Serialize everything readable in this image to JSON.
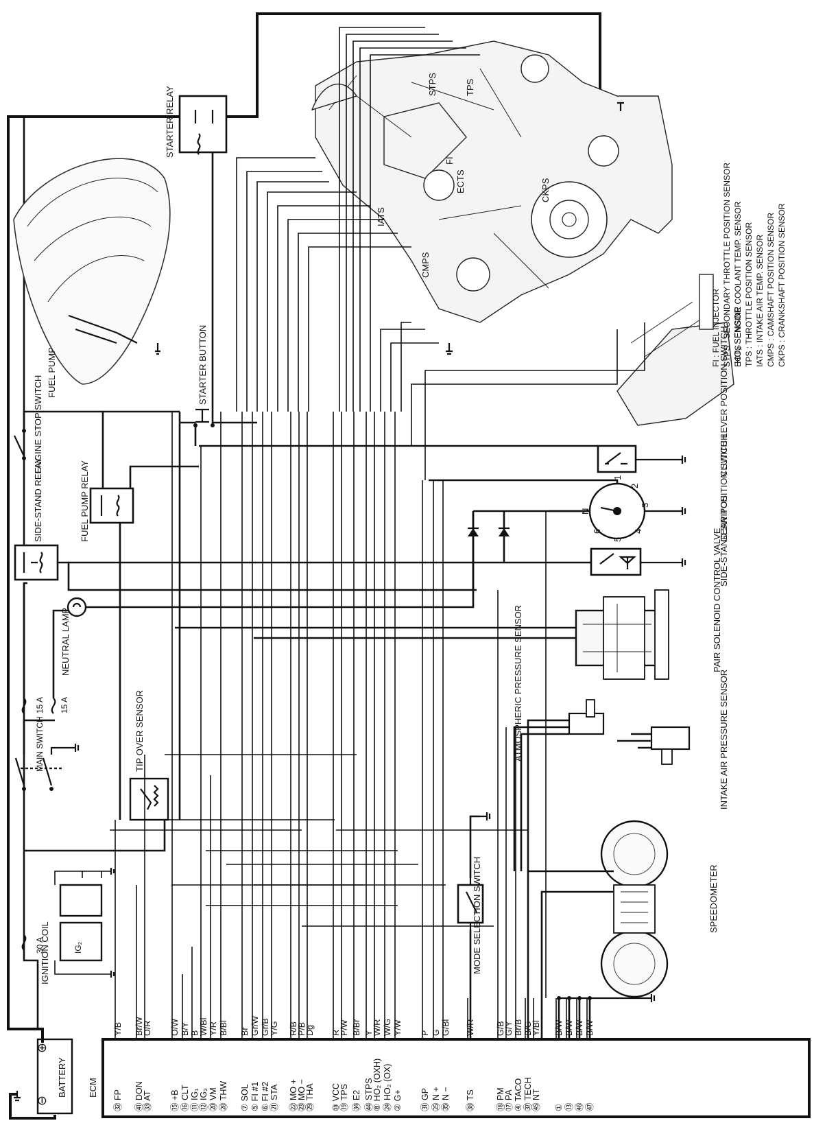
{
  "components": {
    "battery": "BATTERY",
    "ecm": "ECM",
    "ignition_coil": "IGNITION COIL",
    "ig2": "IG₂",
    "fuse30": "30 A",
    "main_switch": "MAIN SWITCH",
    "fuse15a": "15 A",
    "fuse15b": "15 A",
    "tip_over": "TIP OVER SENSOR",
    "neutral_lamp": "NEUTRAL LAMP",
    "side_stand_relay": "SIDE-STAND RELAY",
    "fuel_pump_relay": "FUEL PUMP RELAY",
    "engine_stop": "ENGINE STOP SWITCH",
    "starter_button": "STARTER BUTTON",
    "starter_relay": "STARTER RELAY",
    "fuel_pump": "FUEL PUMP",
    "mode_switch": "MODE SELECTION SWITCH",
    "speedometer": "SPEEDOMETER",
    "clutch": "CLUTCH LEVER POSITION SWITCH",
    "gear": "GEAR POSITION SWITCH",
    "side_stand_switch": "SIDE-STAND SWITCH",
    "pair": "PAIR SOLENOID CONTROL VALVE",
    "atm": "ATMOSPHERIC PRESSURE SENSOR",
    "iap": "INTAKE AIR PRESSURE SENSOR",
    "ho2": "HO₂ SENSOR",
    "stps": "STPS",
    "tps": "TPS",
    "fi": "FI",
    "ects": "ECTS",
    "iats": "IATS",
    "ckps": "CKPS",
    "cmps": "CMPS"
  },
  "gear_positions": [
    "1",
    "2",
    "3",
    "4",
    "5",
    "6",
    "N"
  ],
  "legend": [
    "FI : FUEL INJECTOR",
    "STPS : SECONDARY THROTTLE POSITION SENSOR",
    "ECTS : ENGINE COOLANT TEMP. SENSOR",
    "TPS : THROTTLE POSITION SENSOR",
    "IATS : INTAKE AIR TEMP. SENSOR",
    "CMPS : CAMSHAFT POSITION SENSOR",
    "CKPS : CRANKSHAFT POSITION SENSOR"
  ],
  "terminals": [
    {
      "pin": "㉜ FP",
      "wire": "Y/B"
    },
    {
      "pin": "㊶ DON",
      "wire": "Br/W"
    },
    {
      "pin": "㉝ AT",
      "wire": "O/R"
    },
    {
      "pin": "⑮ +B",
      "wire": "O/W"
    },
    {
      "pin": "⑯ CLT",
      "wire": "B/Y"
    },
    {
      "pin": "⑪ IG₁",
      "wire": "B"
    },
    {
      "pin": "⑫ IG₂",
      "wire": "W/Bl"
    },
    {
      "pin": "⑳ VM",
      "wire": "Y/R"
    },
    {
      "pin": "㉘ THW",
      "wire": "B/Bl"
    },
    {
      "pin": "⑦ SOL",
      "wire": "Br"
    },
    {
      "pin": "⑤ FI #1",
      "wire": "Gr/W"
    },
    {
      "pin": "⑥ FI #2",
      "wire": "Gr/B"
    },
    {
      "pin": "㉑ STA",
      "wire": "Y/G"
    },
    {
      "pin": "㉒ MO +",
      "wire": "R/B"
    },
    {
      "pin": "㉓ MO −",
      "wire": "P/B"
    },
    {
      "pin": "㉙ THA",
      "wire": "Dg"
    },
    {
      "pin": "⑩ VCC",
      "wire": "R"
    },
    {
      "pin": "⑲ TPS",
      "wire": "P/W"
    },
    {
      "pin": "㉞ E2",
      "wire": "B/Br"
    },
    {
      "pin": "㊹ STPS",
      "wire": "Y"
    },
    {
      "pin": "⑧ HO₂ (OXH)",
      "wire": "W/R"
    },
    {
      "pin": "㉔ HO₂ (OX)",
      "wire": "W/G"
    },
    {
      "pin": "② G+",
      "wire": "Y/W"
    },
    {
      "pin": "㉛ GP",
      "wire": "P"
    },
    {
      "pin": "㉕ N +",
      "wire": "G"
    },
    {
      "pin": "㉟ N −",
      "wire": "G/Bl"
    },
    {
      "pin": "㊳ TS",
      "wire": "W/R"
    },
    {
      "pin": "⑱ PM",
      "wire": "G/B"
    },
    {
      "pin": "⑰ PA",
      "wire": "G/Y"
    },
    {
      "pin": "④ TACO",
      "wire": "Br/B"
    },
    {
      "pin": "㊲ TECH",
      "wire": "B/G"
    },
    {
      "pin": "㊺ NT",
      "wire": "Y/Bl"
    },
    {
      "pin": "①",
      "wire": "B/W"
    },
    {
      "pin": "⑬",
      "wire": "B/W"
    },
    {
      "pin": "㊻",
      "wire": "B/W"
    },
    {
      "pin": "㊼",
      "wire": "B/W"
    }
  ],
  "battery_terms": {
    "pos": "⊕",
    "neg": "⊖"
  }
}
